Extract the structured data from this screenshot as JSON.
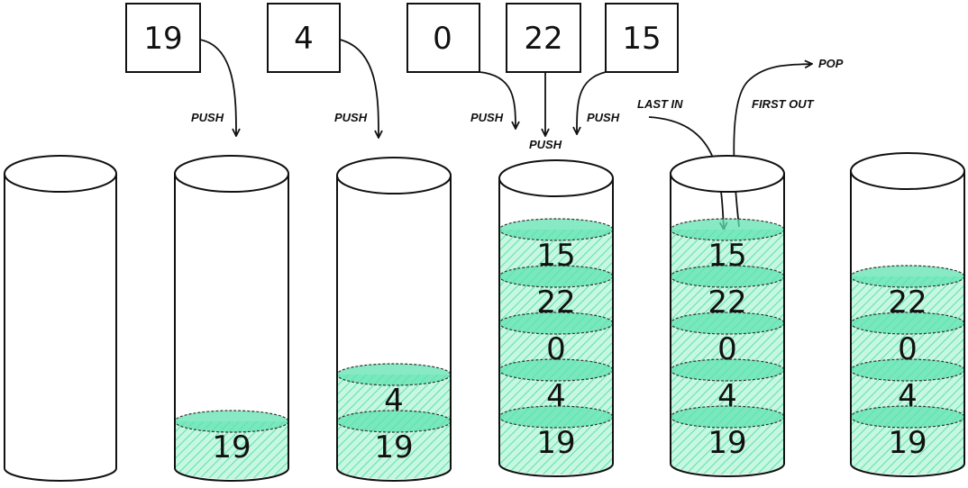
{
  "inputs": [
    "19",
    "4",
    "0",
    "22",
    "15"
  ],
  "labels": {
    "push_1": "PUSH",
    "push_2": "PUSH",
    "push_3": "PUSH",
    "push_4": "PUSH",
    "push_5": "PUSH",
    "last_in": "LAST IN",
    "first_out": "FIRST OUT",
    "pop": "POP"
  },
  "stacks": [
    [],
    [
      "19"
    ],
    [
      "19",
      "4"
    ],
    [
      "19",
      "4",
      "0",
      "22",
      "15"
    ],
    [
      "19",
      "4",
      "0",
      "22",
      "15"
    ],
    [
      "19",
      "4",
      "0",
      "22"
    ]
  ],
  "colors": {
    "fill": "#a8f0cf",
    "fill_dark": "#5fe3b0",
    "outline": "#111111"
  }
}
